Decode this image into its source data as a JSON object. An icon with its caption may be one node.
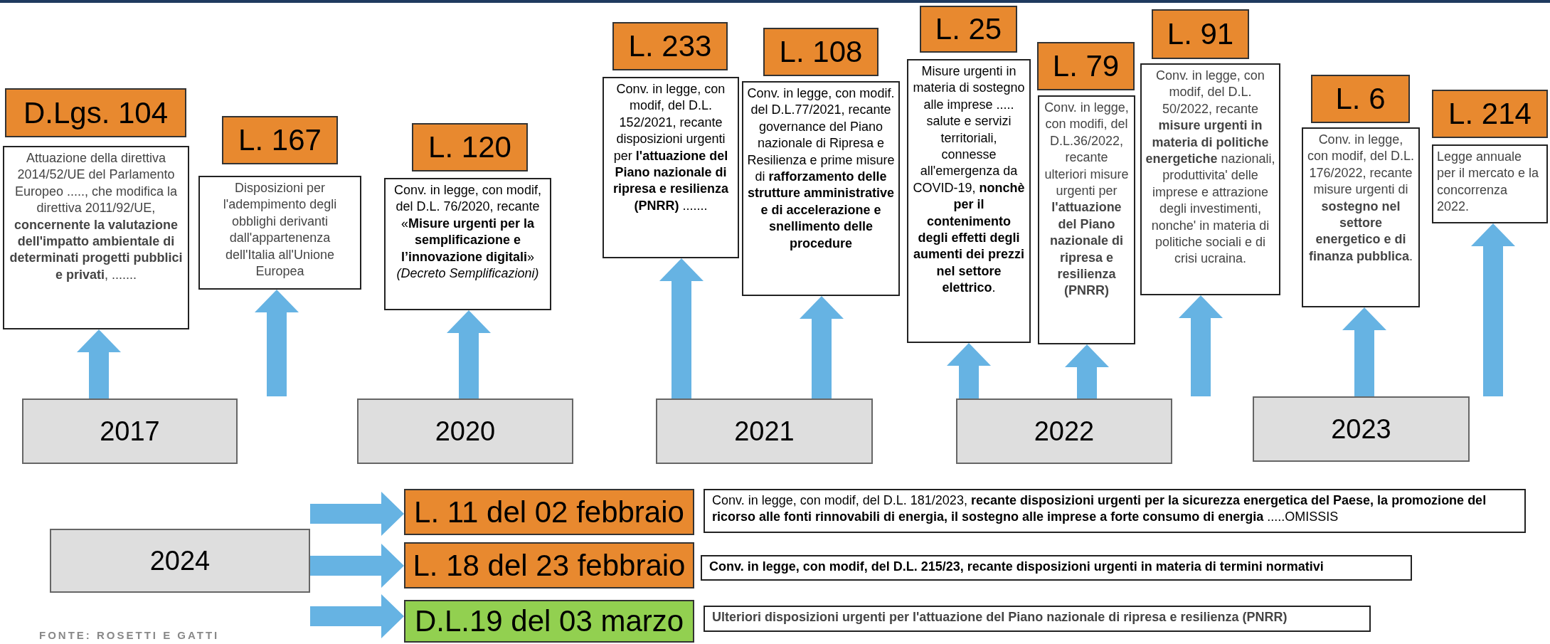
{
  "diagram": {
    "nodes": [
      {
        "text": [
          "D.Lgs. 104"
        ]
      },
      {
        "text": [
          "Attuazione della direttiva 2014/52/UE del Parlamento Europeo ....., che modifica la direttiva 2011/92/UE, **concernente la valutazione dell'impatto ambientale di determinati progetti pubblici e privati**, ......."
        ]
      },
      {
        "text": [
          "L. 167"
        ]
      },
      {
        "text": [
          "Disposizioni per l'adempimento degli obblighi derivanti dall'appartenenza dell'Italia all'Unione Europea"
        ]
      },
      {
        "text": [
          "L. 120"
        ]
      },
      {
        "text": [
          "Conv. in legge, con modif, del D.L. 76/2020, recante «**Misure urgenti per la semplificazione e l’innovazione digitali**» *(Decreto Semplificazioni)*"
        ]
      },
      {
        "text": [
          "L. 233"
        ]
      },
      {
        "text": [
          "Conv. in legge, con modif, del D.L. 152/2021, recante disposizioni urgenti per **l'attuazione del Piano nazionale di ripresa e resilienza (PNRR)** ......."
        ]
      },
      {
        "text": [
          "L. 108"
        ]
      },
      {
        "text": [
          "Conv. in legge, con modif. del D.L.77/2021, recante governance del Piano nazionale di Ripresa e Resilienza e prime misure di **rafforzamento delle strutture amministrative e di accelerazione e snellimento delle procedure**"
        ]
      },
      {
        "text": [
          "L. 25"
        ]
      },
      {
        "text": [
          "Misure urgenti in materia di sostegno alle imprese ..... salute e servizi territoriali, connesse all'emergenza da COVID-19, **nonchè per il contenimento degli effetti degli aumenti dei prezzi nel settore elettrico**."
        ]
      },
      {
        "text": [
          "L. 79"
        ]
      },
      {
        "text": [
          "Conv. in legge, con modifi, del D.L.36/2022, recante ulteriori misure urgenti per **l'attuazione del Piano nazionale di ripresa e resilienza (PNRR)**"
        ]
      },
      {
        "text": [
          "L. 91"
        ]
      },
      {
        "text": [
          "Conv. in legge, con modif, del D.L. 50/2022, recante **misure urgenti in materia di politiche energetiche** nazionali, produttivita' delle imprese e attrazione degli investimenti, nonche' in materia di politiche sociali e di crisi ucraina."
        ]
      },
      {
        "text": [
          "L. 6"
        ]
      },
      {
        "text": [
          "Conv. in legge, con modif, del D.L. 176/2022, recante misure urgenti di **sostegno nel settore energetico e di finanza pubblica**."
        ]
      },
      {
        "text": [
          "L. 214"
        ]
      },
      {
        "text": [
          "Legge annuale per il mercato e la concorrenza 2022."
        ]
      },
      {
        "text": [
          "2017"
        ]
      },
      {
        "text": [
          "2020"
        ]
      },
      {
        "text": [
          "2021"
        ]
      },
      {
        "text": [
          "2022"
        ]
      },
      {
        "text": [
          "2023"
        ]
      },
      {
        "text": [
          "2024"
        ]
      },
      {
        "text": [
          "L. 11 del 02 febbraio"
        ]
      },
      {
        "text": [
          "Conv. in legge, con modif, del D.L. 181/2023, **recante disposizioni urgenti per la sicurezza energetica del Paese, la promozione del ricorso alle fonti rinnovabili di energia, il sostegno alle imprese a forte consumo di energia** .....OMISSIS"
        ]
      },
      {
        "text": [
          "L. 18 del 23 febbraio"
        ]
      },
      {
        "text": [
          "Conv. in legge, con modif, del D.L. 215/23, recante disposizioni urgenti in materia di termini normativi"
        ]
      },
      {
        "text": [
          "D.L.19 del 03 marzo"
        ]
      },
      {
        "text": [
          "Ulteriori disposizioni urgenti per l'attuazione del Piano nazionale di ripresa e resilienza (PNRR)"
        ]
      }
    ],
    "edges": [
      {
        "from": 20,
        "to": 1,
        "arrow": "to"
      },
      {
        "from": null,
        "to": 3,
        "arrow": "to"
      },
      {
        "from": 21,
        "to": 5,
        "arrow": "to"
      },
      {
        "from": 22,
        "to": 7,
        "arrow": "to"
      },
      {
        "from": 22,
        "to": 9,
        "arrow": "to"
      },
      {
        "from": 23,
        "to": 11,
        "arrow": "to"
      },
      {
        "from": 23,
        "to": 13,
        "arrow": "to"
      },
      {
        "from": null,
        "to": 15,
        "arrow": "to"
      },
      {
        "from": 24,
        "to": 17,
        "arrow": "to"
      },
      {
        "from": null,
        "to": 19,
        "arrow": "to"
      },
      {
        "from": 25,
        "to": 26,
        "arrow": "to"
      },
      {
        "from": 25,
        "to": 28,
        "arrow": "to"
      },
      {
        "from": 25,
        "to": 30,
        "arrow": "to"
      }
    ],
    "labels": [
      "FONTE: ROSETTI E GATTI"
    ]
  }
}
